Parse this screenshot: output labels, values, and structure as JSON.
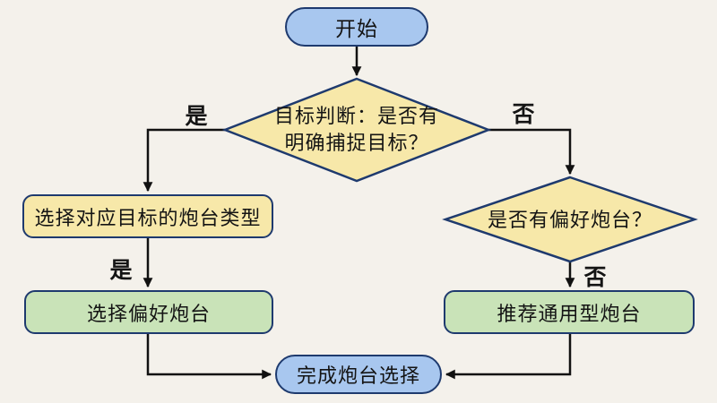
{
  "colors": {
    "background": "#f4f1eb",
    "node_border": "#1e3a6e",
    "terminal_fill": "#a8c7ef",
    "process_fill": "#f7e8a9",
    "result_fill": "#c9e3b8",
    "connector": "#111111"
  },
  "nodes": {
    "start": {
      "label": "开始"
    },
    "decision_target": {
      "line1": "目标判断：是否有",
      "line2": "明确捕捉目标？"
    },
    "select_target_type": {
      "label": "选择对应目标的炮台类型"
    },
    "select_preferred": {
      "label": "选择偏好炮台"
    },
    "decision_preference": {
      "label": "是否有偏好炮台？"
    },
    "recommend_general": {
      "label": "推荐通用型炮台"
    },
    "finish": {
      "label": "完成炮台选择"
    }
  },
  "edge_labels": {
    "target_yes": "是",
    "target_no": "否",
    "preference_yes": "是",
    "preference_no": "否"
  }
}
